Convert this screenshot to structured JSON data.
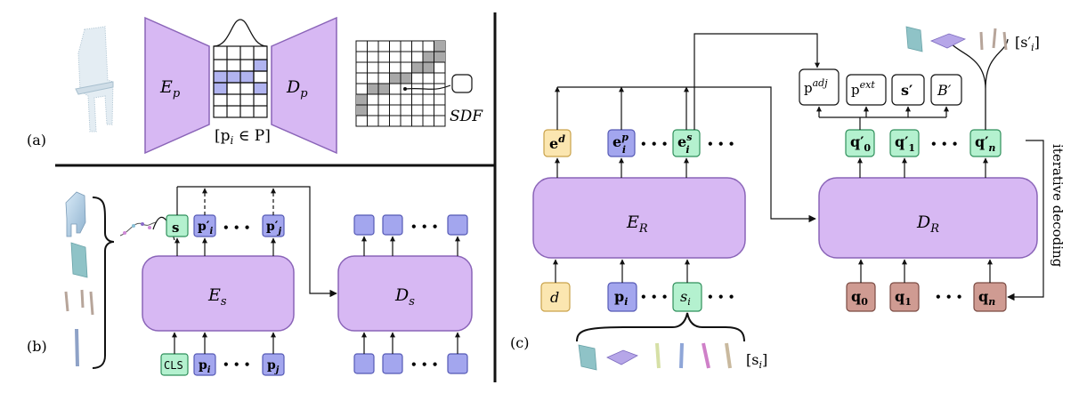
{
  "colors": {
    "purple": "#d7b8f3",
    "purple_stroke": "#8a64b8",
    "blue": "#a3a6ee",
    "blue_stroke": "#5559b5",
    "green": "#b4f1cf",
    "green_stroke": "#2f8f5b",
    "yellow": "#fbe6b0",
    "yellow_stroke": "#c9a24a",
    "brown": "#cf9b92",
    "brown_stroke": "#7a4a42",
    "grid_blue": "#b1b4f0",
    "grid_gray": "#a9a9a9"
  },
  "panel_a": {
    "label": "(a)",
    "encoder": "E",
    "encoder_sub": "p",
    "decoder": "D",
    "decoder_sub": "p",
    "latent_caption": "[p",
    "latent_sub": "i",
    "latent_rest": " ∈ P]",
    "sdf": "SDF"
  },
  "panel_b": {
    "label": "(b)",
    "encoder": "E",
    "encoder_sub": "s",
    "decoder": "D",
    "decoder_sub": "s",
    "out_s": "s",
    "out_pi": "p′",
    "out_pi_sub": "i",
    "out_pj": "p′",
    "out_pj_sub": "j",
    "in_cls": "CLS",
    "in_pi": "p",
    "in_pi_sub": "i",
    "in_pj": "p",
    "in_pj_sub": "j",
    "dots": "• • •"
  },
  "panel_c": {
    "label": "(c)",
    "encoder": "E",
    "encoder_sub": "R",
    "decoder": "D",
    "decoder_sub": "R",
    "enc_out_ed": "e",
    "enc_out_ed_sup": "d",
    "enc_out_ep": "e",
    "enc_out_ep_sup": "p",
    "enc_out_ep_sub": "i",
    "enc_out_es": "e",
    "enc_out_es_sup": "s",
    "enc_out_es_sub": "i",
    "enc_in_d": "d",
    "enc_in_p": "p",
    "enc_in_p_sub": "i",
    "enc_in_s": "s",
    "enc_in_s_sub": "i",
    "dec_out_q0": "q′",
    "dec_out_q0_sub": "0",
    "dec_out_q1": "q′",
    "dec_out_q1_sub": "1",
    "dec_out_qn": "q′",
    "dec_out_qn_sub": "n",
    "dec_in_q0": "q",
    "dec_in_q0_sub": "0",
    "dec_in_q1": "q",
    "dec_in_q1_sub": "1",
    "dec_in_qn": "q",
    "dec_in_qn_sub": "n",
    "head_padj": "p",
    "head_padj_sup": "adj",
    "head_pext": "p",
    "head_pext_sup": "ext",
    "head_s": "s′",
    "head_b": "B′",
    "iterative": "iterative decoding",
    "set_in": "[s",
    "set_in_sub": "i",
    "set_in_end": "]",
    "set_out": "[s′",
    "set_out_sub": "i",
    "set_out_end": "]",
    "dots": "• • •"
  }
}
